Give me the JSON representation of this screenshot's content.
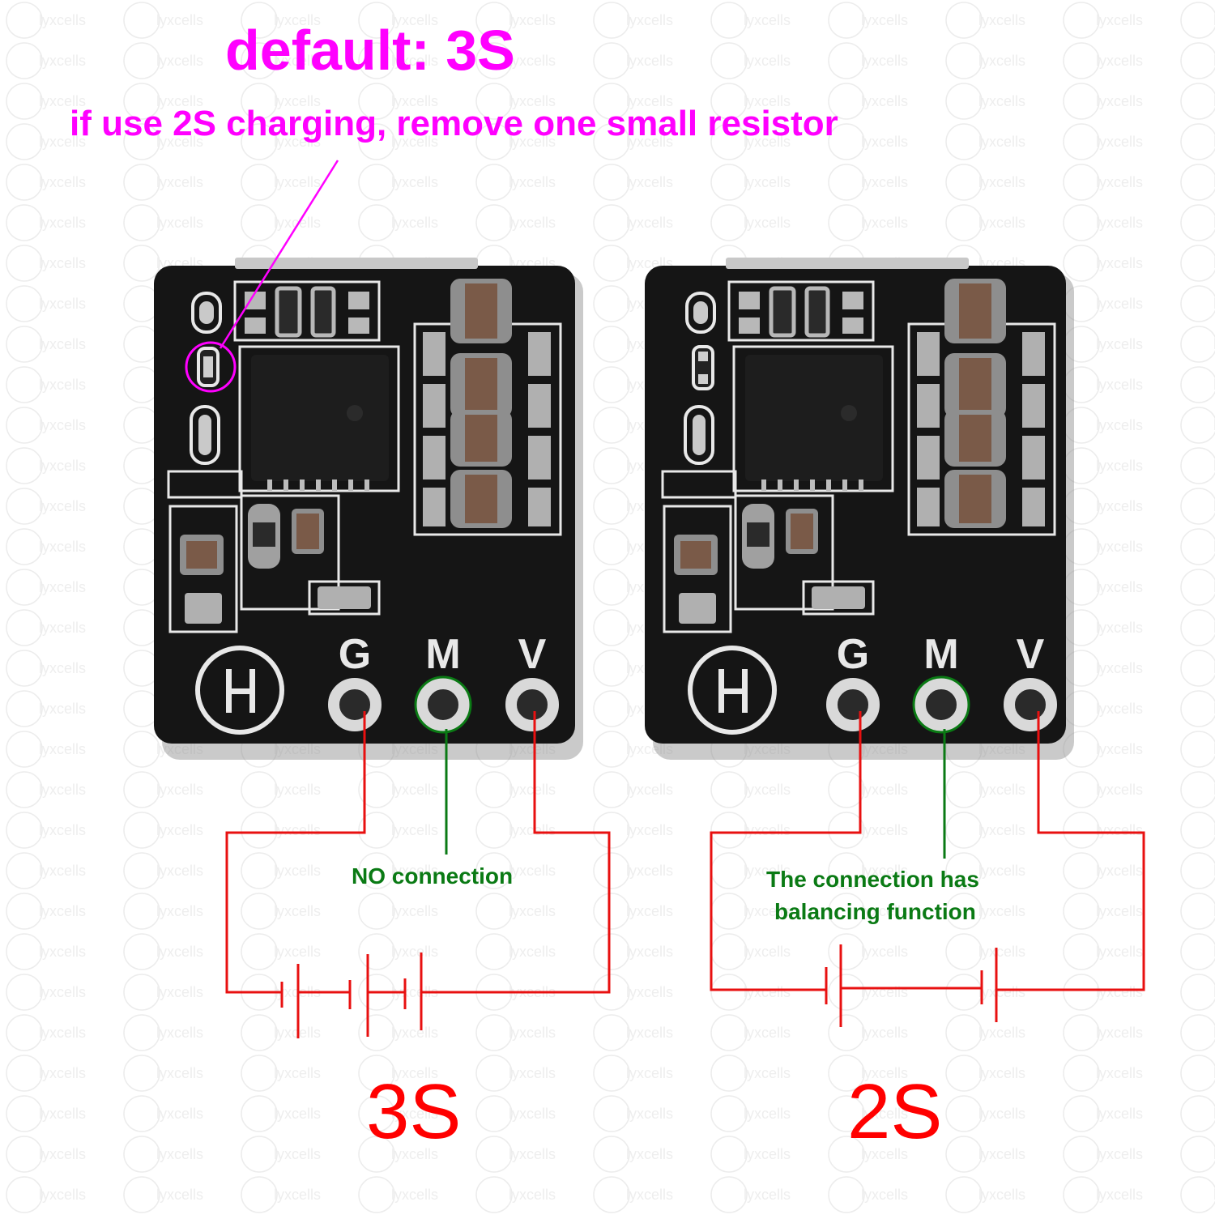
{
  "header": {
    "title": "default: 3S",
    "subtitle": "if use 2S charging, remove one small resistor"
  },
  "boards": [
    {
      "pins": [
        "G",
        "M",
        "V"
      ],
      "note": "NO connection",
      "label": "3S"
    },
    {
      "pins": [
        "G",
        "M",
        "V"
      ],
      "note_line1": "The connection has",
      "note_line2": "balancing function",
      "label": "2S"
    }
  ],
  "watermark": "lyxcells",
  "colors": {
    "annotation_magenta": "#ff00ff",
    "wire_red": "#e81010",
    "note_green": "#0a7a14",
    "label_red": "#ff0000",
    "pcb_black": "#151515",
    "silkscreen": "#e8e8e8"
  }
}
